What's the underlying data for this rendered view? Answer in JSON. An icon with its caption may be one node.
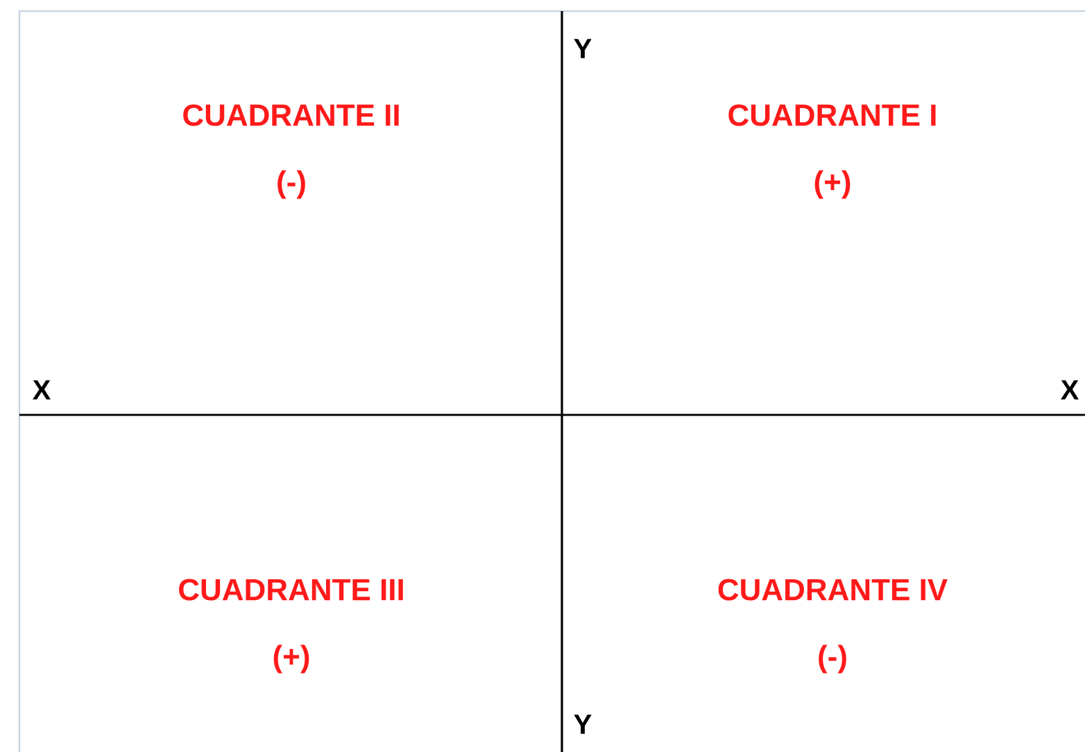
{
  "diagram": {
    "labels": [
      "Y",
      "CUADRANTE II",
      "CUADRANTE I",
      "(-)",
      "(+)",
      "X",
      "X",
      "CUADRANTE III",
      "CUADRANTE IV",
      "(+)",
      "(-)",
      "Y"
    ]
  }
}
